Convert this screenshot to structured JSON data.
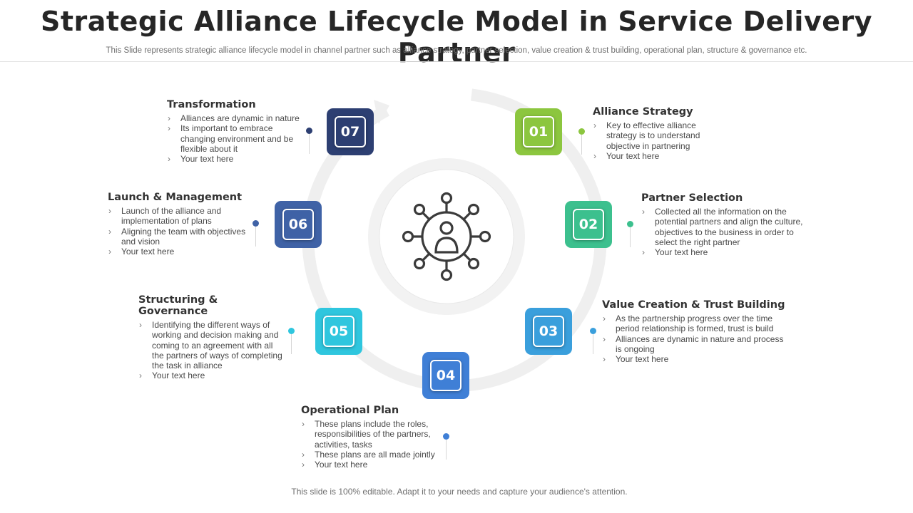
{
  "title": "Strategic Alliance Lifecycle Model in Service Delivery Partner",
  "subtitle": "This Slide represents strategic alliance lifecycle model in channel partner such as alliance strategy, partner selection, value creation & trust building, operational plan, structure & governance etc.",
  "footer": "This slide is 100% editable. Adapt it to your needs and capture your audience's attention.",
  "hub_icon": "network-user-icon",
  "steps": [
    {
      "number": "01",
      "title": "Alliance Strategy",
      "color": "#8cc63f",
      "bullets": [
        "Key to effective alliance strategy is to understand objective in partnering",
        "Your text here"
      ]
    },
    {
      "number": "02",
      "title": "Partner Selection",
      "color": "#3cc08e",
      "bullets": [
        "Collected all the information on the potential partners and align the culture, objectives to the business in order to select the right partner",
        "Your text here"
      ]
    },
    {
      "number": "03",
      "title": "Value Creation & Trust Building",
      "color": "#3a9fdc",
      "bullets": [
        "As the partnership progress over the time period relationship is formed, trust is build",
        "Alliances are dynamic in nature and process is ongoing",
        "Your text here"
      ]
    },
    {
      "number": "04",
      "title": "Operational Plan",
      "color": "#3f7fd6",
      "bullets": [
        "These plans include the roles, responsibilities of the partners, activities, tasks",
        "These plans are all made jointly",
        "Your text here"
      ]
    },
    {
      "number": "05",
      "title": "Structuring & Governance",
      "color": "#2fc6de",
      "bullets": [
        "Identifying the different ways of working and decision making and coming to an  agreement with all the partners of ways of completing the task in alliance",
        "Your text here"
      ]
    },
    {
      "number": "06",
      "title": "Launch & Management",
      "color": "#3f62a6",
      "bullets": [
        "Launch of the alliance and implementation of plans",
        "Aligning the team with objectives and vision",
        "Your text here"
      ]
    },
    {
      "number": "07",
      "title": "Transformation",
      "color": "#2d3f72",
      "bullets": [
        "Alliances are dynamic in nature",
        "Its important to embrace changing environment and be flexible about it",
        "Your text here"
      ]
    }
  ]
}
